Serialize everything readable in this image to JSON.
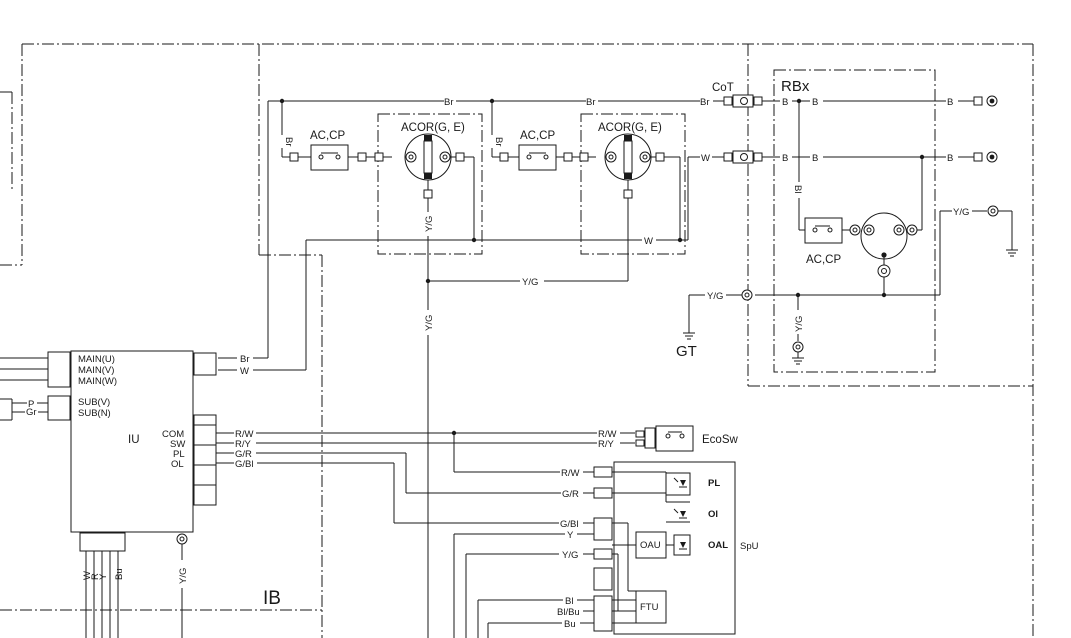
{
  "labels": {
    "cot": "CoT",
    "rbx": "RBx",
    "gt": "GT",
    "ib": "IB",
    "iu": "IU",
    "spu": "SpU",
    "ecosw": "EcoSw",
    "oau": "OAU",
    "ftu": "FTU",
    "pl_out": "PL",
    "ol_out": "Ol",
    "oal_out": "OAL",
    "acor": "ACOR(G, E)",
    "accp": "AC,CP"
  },
  "wires": {
    "br": "Br",
    "w": "W",
    "b": "B",
    "bl": "Bl",
    "yg": "Y/G",
    "rw": "R/W",
    "ry": "R/Y",
    "gr": "G/R",
    "gbl": "G/Bl",
    "y": "Y",
    "blbu": "Bl/Bu",
    "bu": "Bu",
    "p": "P",
    "gr_gray": "Gr",
    "r": "R"
  },
  "iu_terminals": {
    "main_u": "MAIN(U)",
    "main_v": "MAIN(V)",
    "main_w": "MAIN(W)",
    "sub_v": "SUB(V)",
    "sub_n": "SUB(N)",
    "com": "COM",
    "sw": "SW",
    "pl": "PL",
    "ol": "OL"
  }
}
